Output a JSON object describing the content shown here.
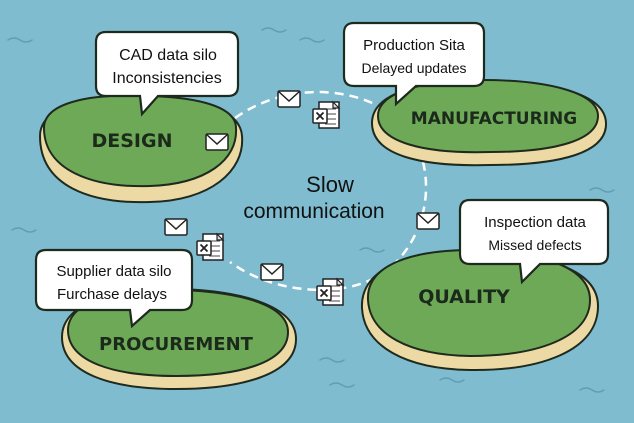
{
  "islands": {
    "design": {
      "label": "DESIGN"
    },
    "manufacturing": {
      "label": "MANUFACTURING"
    },
    "quality": {
      "label": "QUALITY"
    },
    "procurement": {
      "label": "PROCUREMENT"
    }
  },
  "bubbles": {
    "design": {
      "line1": "CAD data silo",
      "line2": "Inconsistencies"
    },
    "manufacturing": {
      "line1": "Production Sita",
      "line2": "Delayed updates"
    },
    "quality": {
      "line1": "Inspection data",
      "line2": "Missed defects"
    },
    "procurement": {
      "line1": "Supplier data silo",
      "line2": "Furchase delays"
    }
  },
  "center": {
    "line1": "Slow",
    "line2": "communication"
  },
  "icons": {
    "envelope": "envelope-icon",
    "spreadsheet": "spreadsheet-icon"
  },
  "colors": {
    "water": "#7fbcd0",
    "island": "#6ea957",
    "sand": "#ecd9a4",
    "outline": "#1e2a1e"
  }
}
